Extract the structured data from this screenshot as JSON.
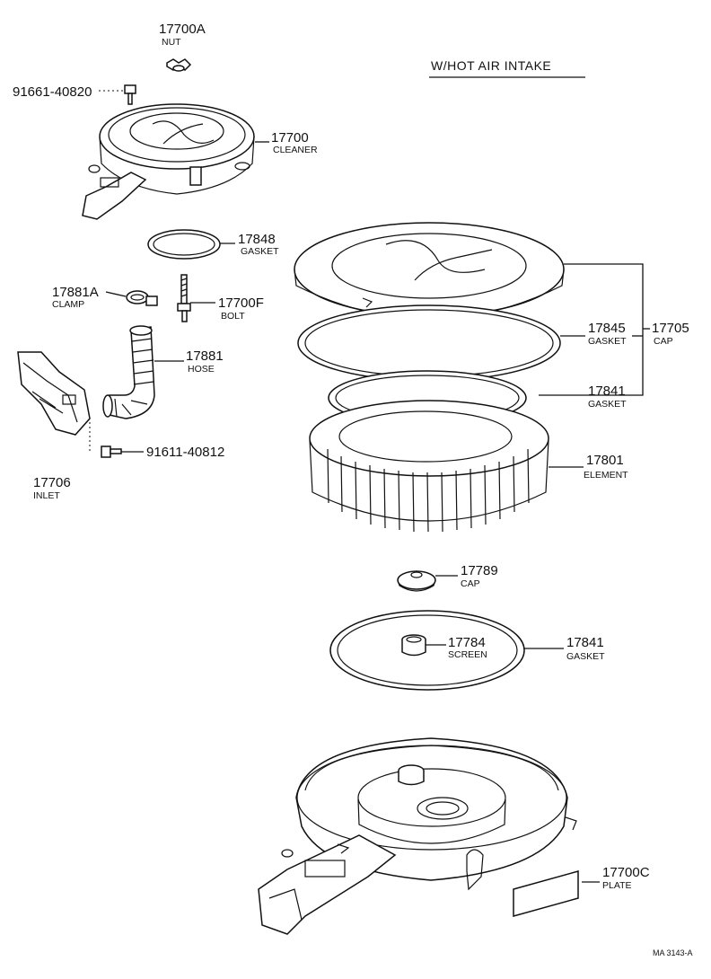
{
  "title": "W/HOT AIR INTAKE",
  "diagram_code": "MA 3143-A",
  "parts": {
    "nut": {
      "number": "17700A",
      "name": "NUT"
    },
    "screw_top": {
      "number": "91661-40820"
    },
    "cleaner": {
      "number": "17700",
      "name": "CLEANER"
    },
    "gasket_small": {
      "number": "17848",
      "name": "GASKET"
    },
    "clamp": {
      "number": "17881A",
      "name": "CLAMP"
    },
    "bolt": {
      "number": "17700F",
      "name": "BOLT"
    },
    "hose": {
      "number": "17881",
      "name": "HOSE"
    },
    "screw_inlet": {
      "number": "91611-40812"
    },
    "inlet": {
      "number": "17706",
      "name": "INLET"
    },
    "gasket_17845": {
      "number": "17845",
      "name": "GASKET"
    },
    "cap_assy": {
      "number": "17705",
      "name": "CAP"
    },
    "gasket_17841_upper": {
      "number": "17841",
      "name": "GASKET"
    },
    "element": {
      "number": "17801",
      "name": "ELEMENT"
    },
    "cap_small": {
      "number": "17789",
      "name": "CAP"
    },
    "screen": {
      "number": "17784",
      "name": "SCREEN"
    },
    "gasket_17841_lower": {
      "number": "17841",
      "name": "GASKET"
    },
    "plate": {
      "number": "17700C",
      "name": "PLATE"
    }
  }
}
